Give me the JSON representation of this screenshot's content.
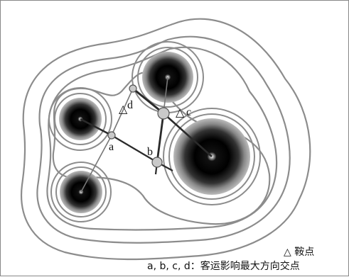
{
  "node_labels": {
    "a": "a",
    "b": "b",
    "c": "c",
    "d": "d"
  },
  "saddle_symbol": "△",
  "legend": {
    "saddle": "△ 鞍点",
    "intersection": "a, b, c, d：客运影响最大方向交点"
  },
  "colors": {
    "contour": "#8c8c8c",
    "core": "#0a0a0a",
    "line": "#2a2a2a",
    "node": "#c9c9c9"
  }
}
